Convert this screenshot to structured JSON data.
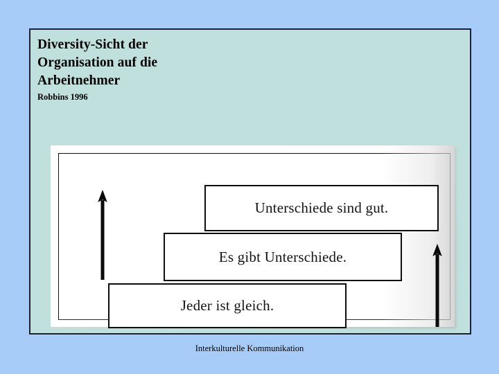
{
  "slide": {
    "background_color": "#a7ccf7",
    "panel_color": "#bfe0dd",
    "panel_border_color": "#1c2235"
  },
  "title": {
    "lines": [
      "Diversity-Sicht der",
      "Organisation auf die",
      "Arbeitnehmer"
    ],
    "source": "Robbins 1996"
  },
  "figure": {
    "caption_alt": "scanned-diagram",
    "boxes": [
      {
        "id": "top",
        "text": "Unterschiede sind gut."
      },
      {
        "id": "middle",
        "text": "Es gibt Unterschiede."
      },
      {
        "id": "bottom",
        "text": "Jeder ist gleich."
      }
    ],
    "arrows": [
      {
        "id": "left-arrow",
        "direction": "up"
      },
      {
        "id": "right-arrow",
        "direction": "up"
      }
    ]
  },
  "footer": {
    "text": "Interkulturelle Kommunikation"
  }
}
